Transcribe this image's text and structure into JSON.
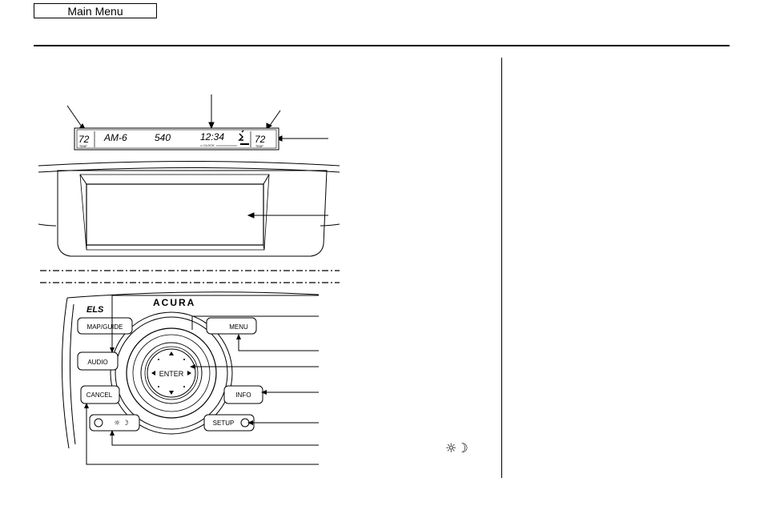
{
  "nav": {
    "main_menu_label": "Main Menu"
  },
  "display": {
    "temp_left": "72",
    "temp_right": "72",
    "temp_label": "TEMP",
    "band": "AM-6",
    "frequency": "540",
    "clock": "12:34",
    "clock_caption": "CLOCK",
    "brand": "ACURA",
    "els_logo": "ELS"
  },
  "controls": {
    "map_guide": "MAP/GUIDE",
    "menu": "MENU",
    "audio": "AUDIO",
    "enter": "ENTER",
    "cancel": "CANCEL",
    "info": "INFO",
    "setup": "SETUP"
  },
  "icons": {
    "day_night": "sun-moon-icon"
  },
  "colors": {
    "ink": "#000000",
    "panel": "#ffffff",
    "lcd": "#f4f4f4"
  }
}
